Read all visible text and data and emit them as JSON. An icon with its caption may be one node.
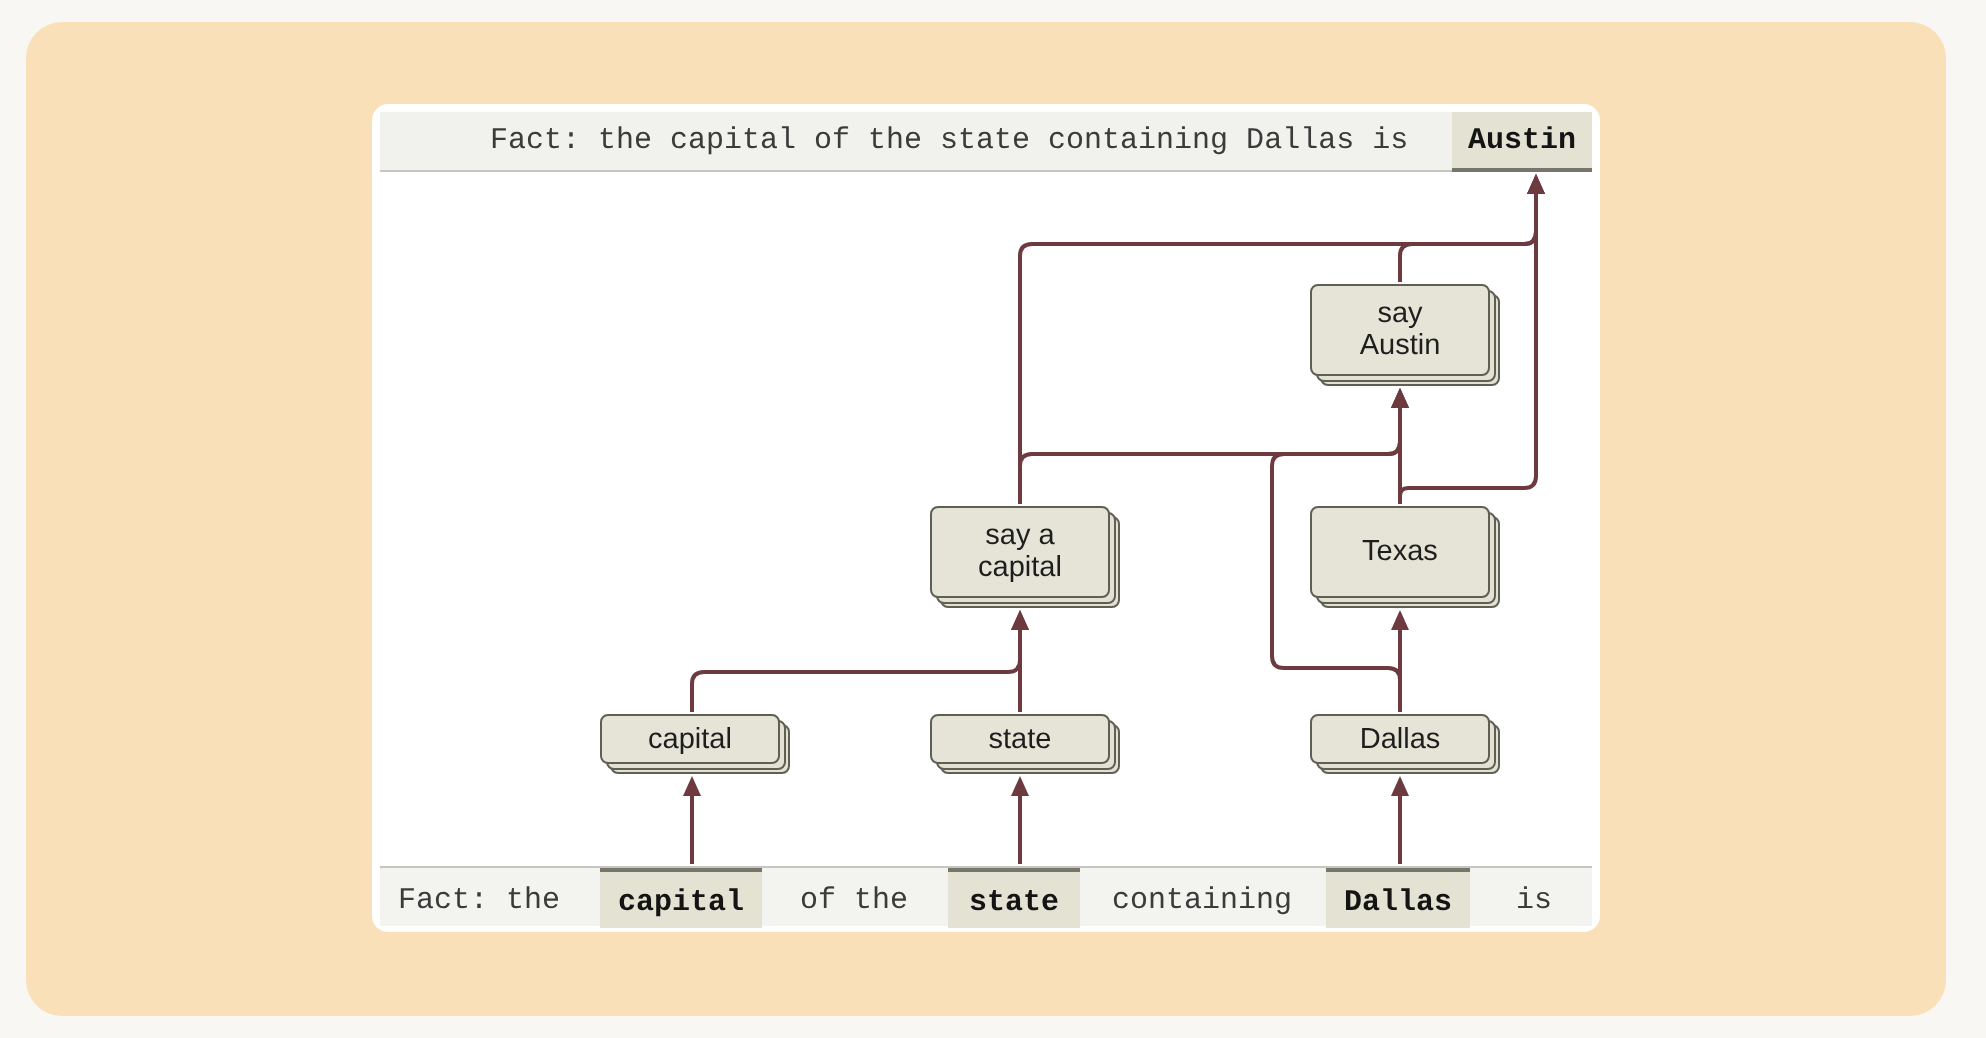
{
  "diagram": {
    "nodes": [
      {
        "text": [
          "Fact: the capital of the state containing Dallas is"
        ]
      },
      {
        "text": [
          "Austin"
        ],
        "in": 0
      },
      {
        "text": [
          "say Austin"
        ]
      },
      {
        "text": [
          "say a capital"
        ]
      },
      {
        "text": [
          "Texas"
        ]
      },
      {
        "text": [
          "capital"
        ]
      },
      {
        "text": [
          "state"
        ]
      },
      {
        "text": [
          "Dallas"
        ]
      },
      {
        "text": [
          "Fact: the",
          "of the",
          "containing",
          "is"
        ]
      },
      {
        "text": [
          "capital"
        ],
        "in": 8
      },
      {
        "text": [
          "state"
        ],
        "in": 8
      },
      {
        "text": [
          "Dallas"
        ],
        "in": 8
      }
    ],
    "edges": [
      {
        "from": 9,
        "to": 5,
        "arrow": "to"
      },
      {
        "from": 10,
        "to": 6,
        "arrow": "to"
      },
      {
        "from": 11,
        "to": 7,
        "arrow": "to"
      },
      {
        "from": 5,
        "to": 3,
        "arrow": "to"
      },
      {
        "from": 6,
        "to": 3,
        "arrow": "to"
      },
      {
        "from": 7,
        "to": 4,
        "arrow": "to"
      },
      {
        "from": 7,
        "to": 2,
        "arrow": "to"
      },
      {
        "from": 3,
        "to": 2,
        "arrow": "to"
      },
      {
        "from": 3,
        "to": 1,
        "arrow": "to"
      },
      {
        "from": 4,
        "to": 2,
        "arrow": "to"
      },
      {
        "from": 4,
        "to": 1,
        "arrow": "to"
      },
      {
        "from": 2,
        "to": 1,
        "arrow": "to"
      }
    ]
  }
}
